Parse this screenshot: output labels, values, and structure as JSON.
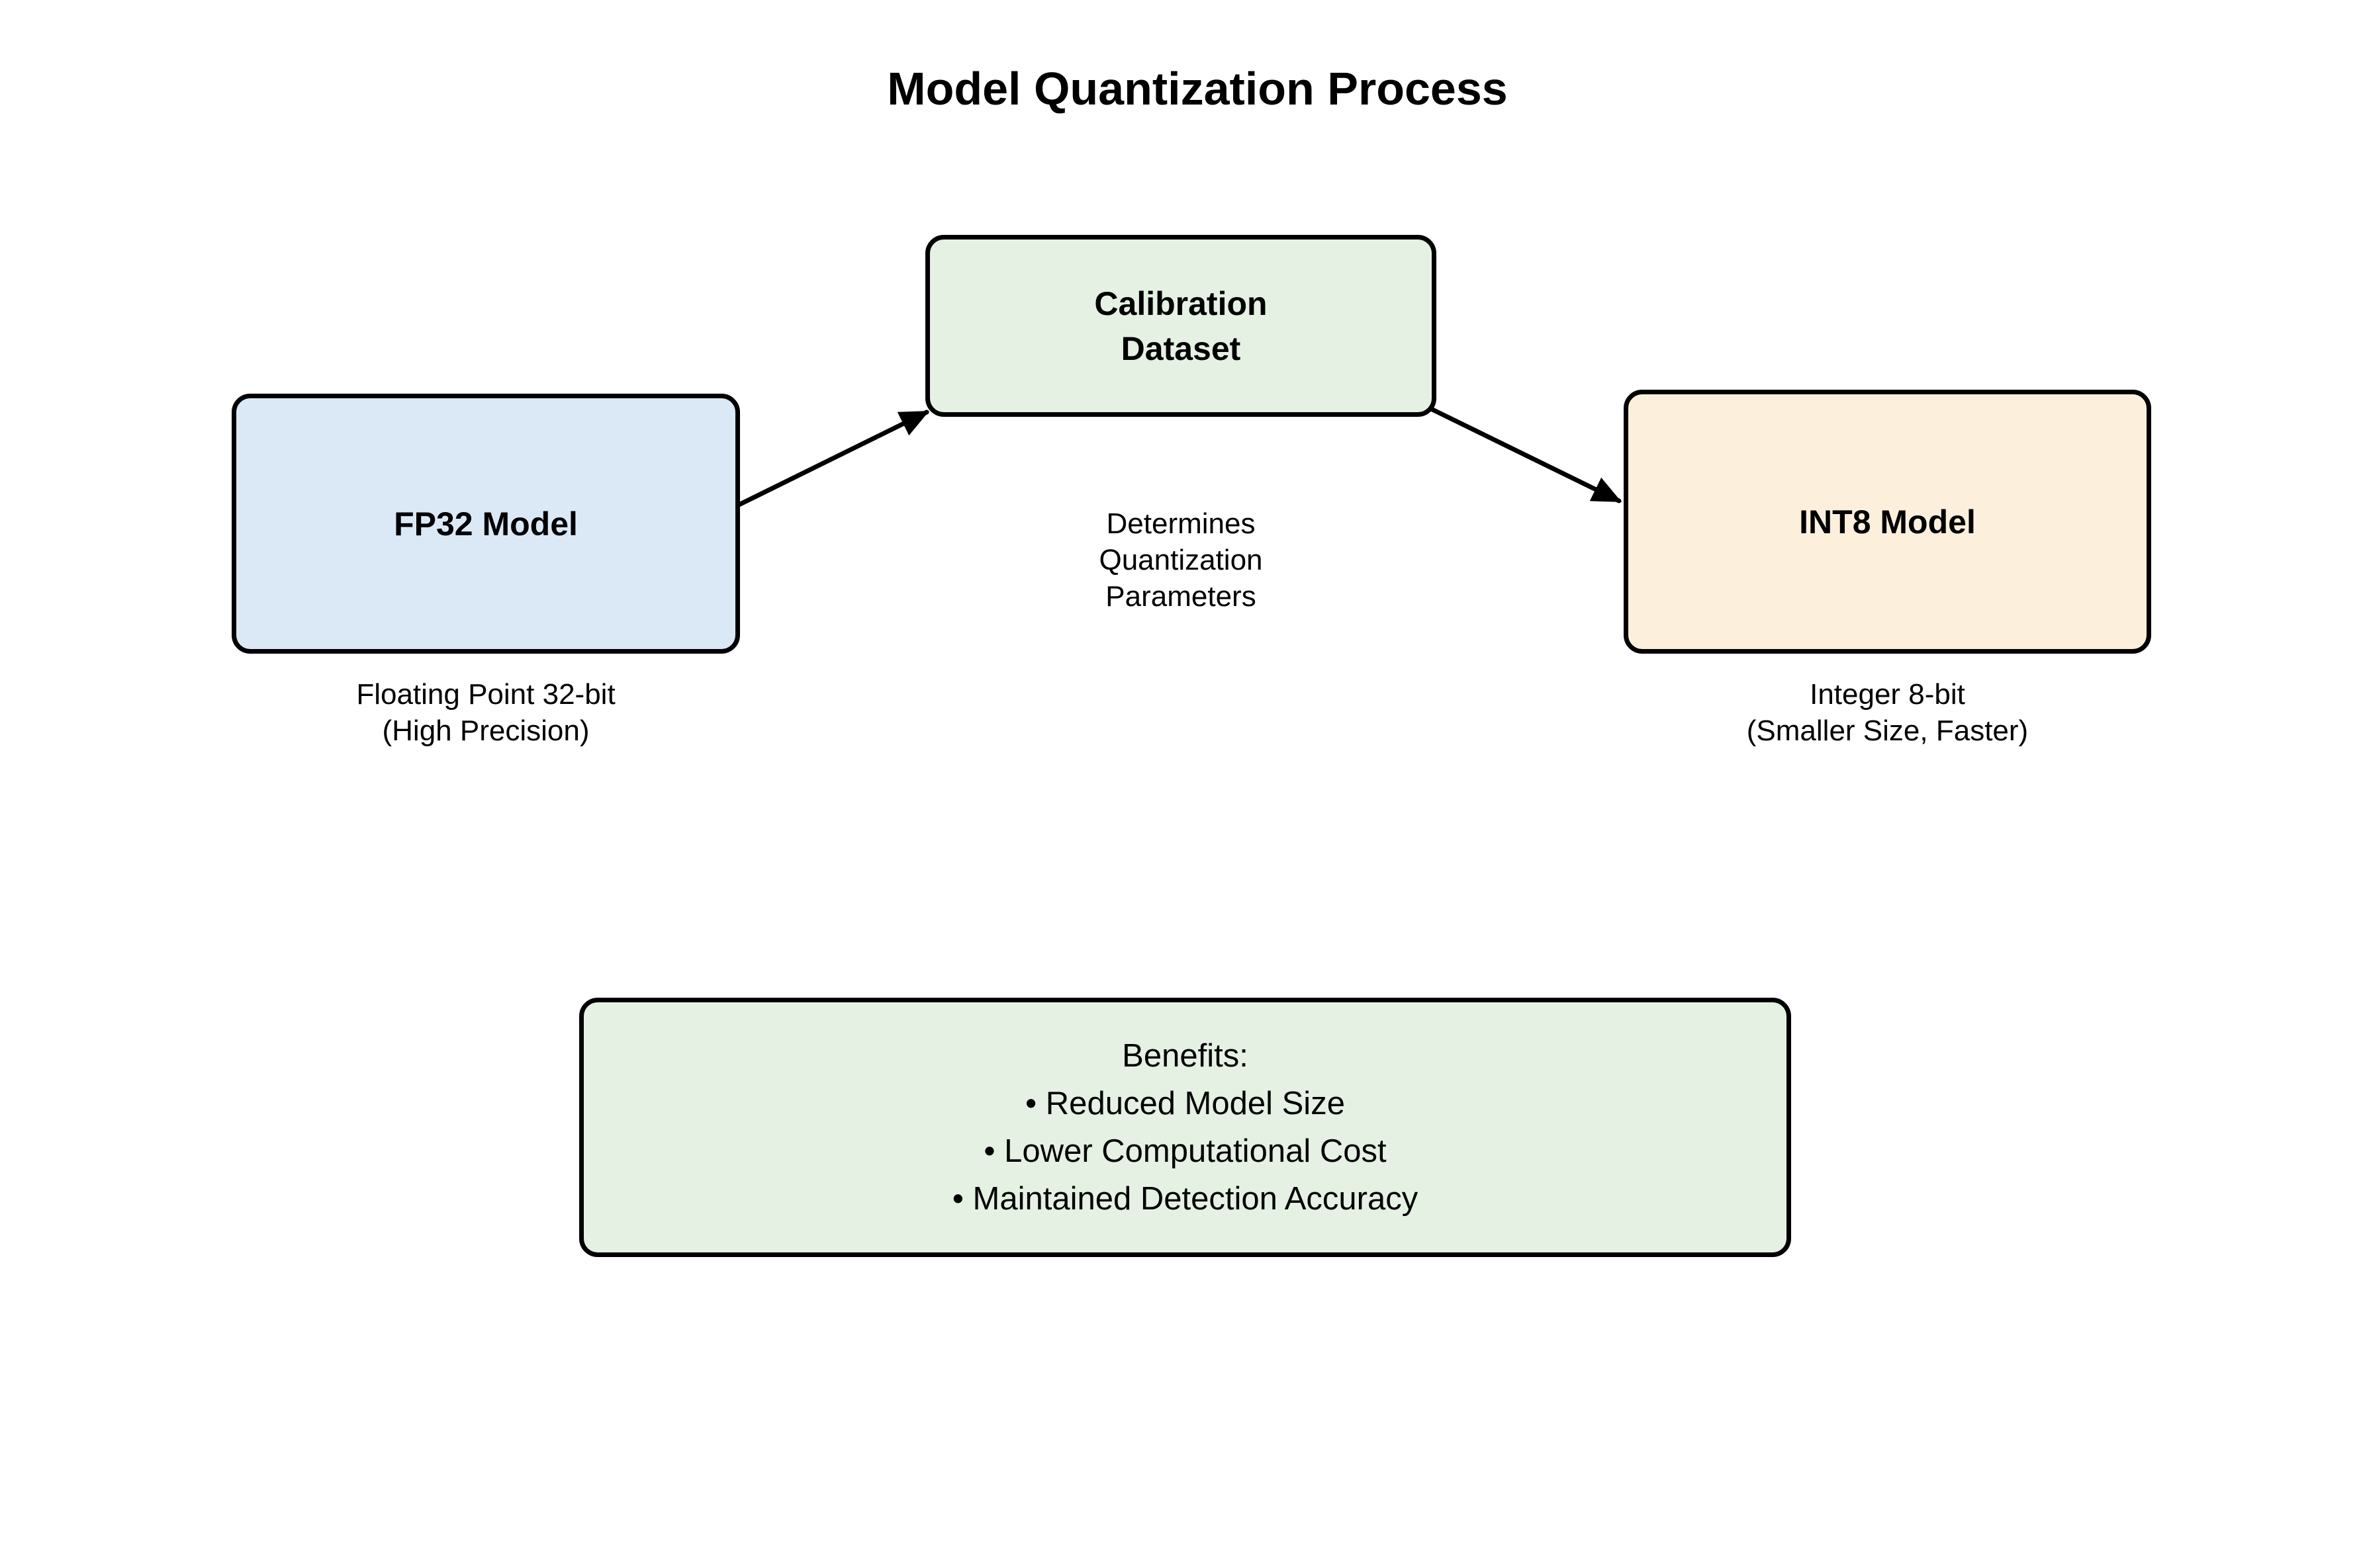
{
  "title": "Model Quantization Process",
  "colors": {
    "background": "#ffffff",
    "border": "#000000",
    "arrow": "#000000",
    "text": "#000000",
    "fp32_fill": "#dbe9f7",
    "calibration_fill": "#e4f1e3",
    "int8_fill": "#fcf0dc",
    "benefits_fill": "#e4f1e3"
  },
  "nodes": {
    "fp32": {
      "label": "FP32 Model",
      "caption_line1": "Floating Point 32-bit",
      "caption_line2": "(High Precision)"
    },
    "calibration": {
      "label_line1": "Calibration",
      "label_line2": "Dataset",
      "note_line1": "Determines",
      "note_line2": "Quantization",
      "note_line3": "Parameters"
    },
    "int8": {
      "label": "INT8 Model",
      "caption_line1": "Integer 8-bit",
      "caption_line2": "(Smaller Size, Faster)"
    },
    "benefits": {
      "heading": "Benefits:",
      "items": [
        "• Reduced Model Size",
        "• Lower Computational Cost",
        "• Maintained Detection Accuracy"
      ]
    }
  }
}
